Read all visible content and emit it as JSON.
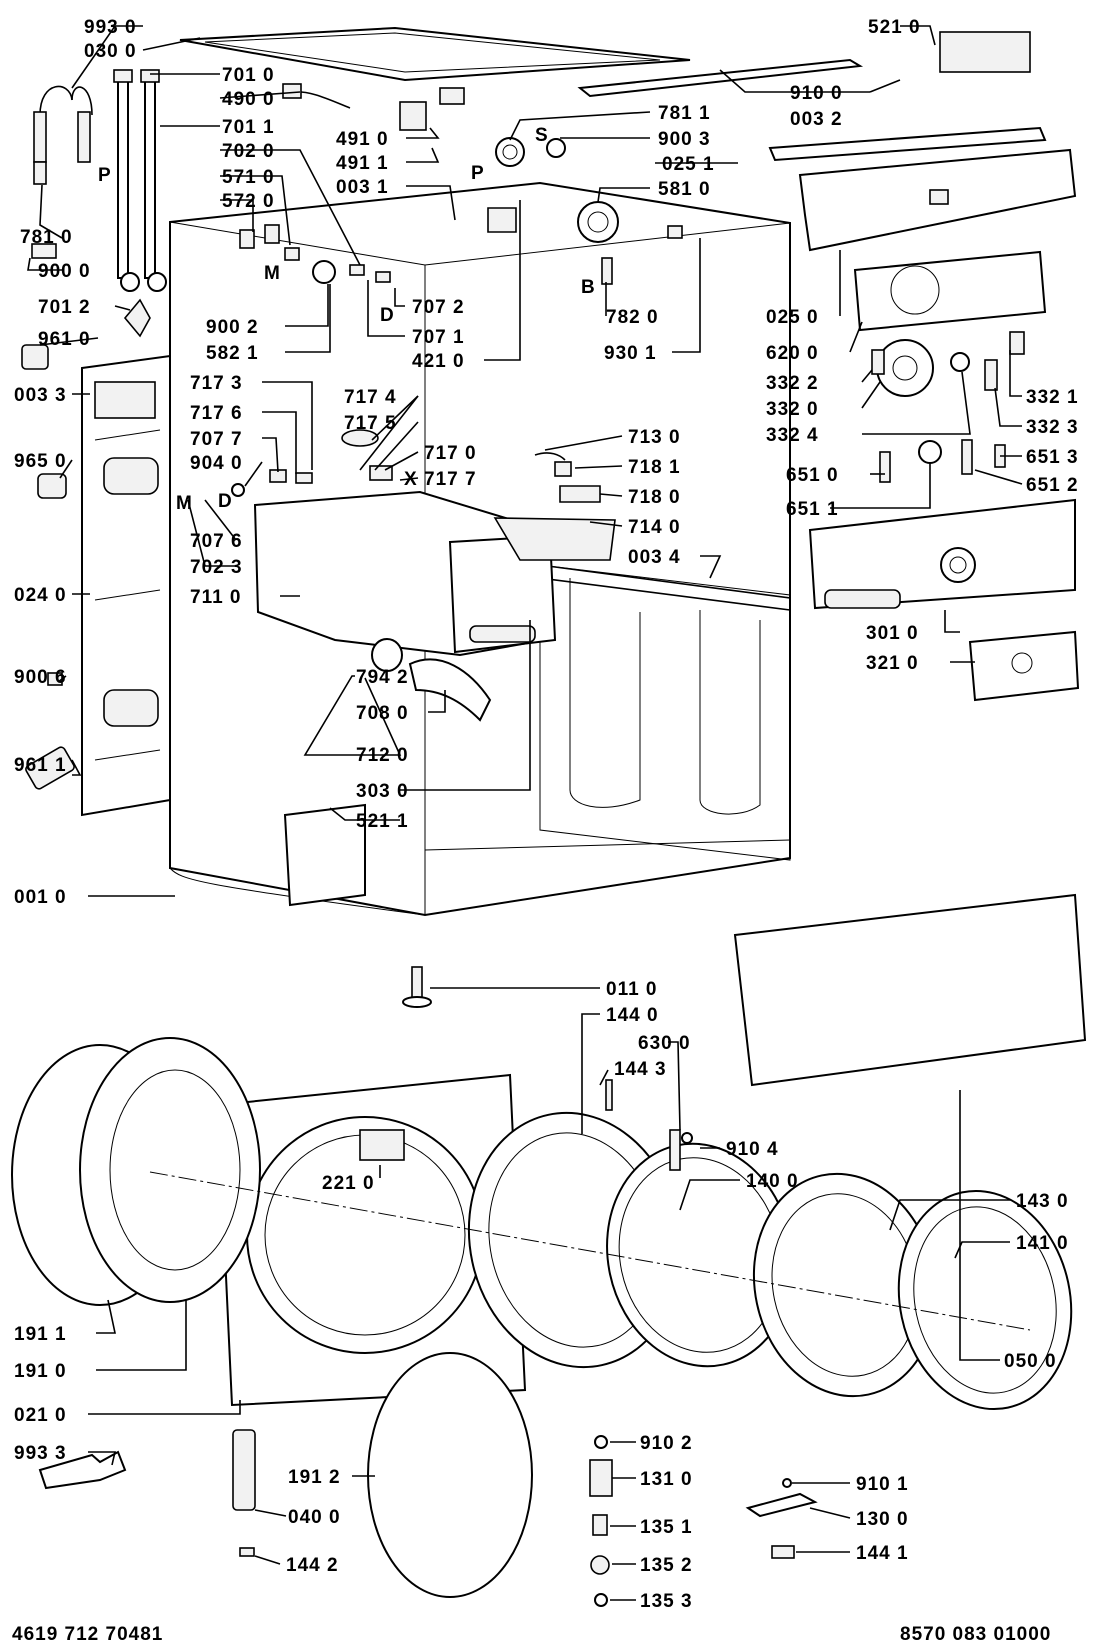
{
  "labels": {
    "l9930": "993 0",
    "l0300": "030 0",
    "l7010": "701 0",
    "l4900": "490 0",
    "l7011": "701 1",
    "l7020": "702 0",
    "l5710": "571 0",
    "l5720": "572 0",
    "l7810": "781 0",
    "l9000": "900 0",
    "l7012": "701 2",
    "l9610": "961 0",
    "l0033": "003 3",
    "l9650": "965 0",
    "l0240": "024 0",
    "l9006": "900 6",
    "l9611": "961 1",
    "l0010": "001 0",
    "lP1": "P",
    "lM1": "M",
    "lM2": "M",
    "lD1": "D",
    "lD2": "D",
    "lX": "X",
    "lP2": "P",
    "lS": "S",
    "lB": "B",
    "l4910": "491 0",
    "l4911": "491 1",
    "l0031": "003 1",
    "l7811": "781 1",
    "l9003": "900 3",
    "l0251": "025 1",
    "l5810": "581 0",
    "l5210": "521 0",
    "l9100": "910 0",
    "l0032": "003 2",
    "l7072": "707 2",
    "l7071": "707 1",
    "l4210": "421 0",
    "l7820": "782 0",
    "l9301": "930 1",
    "l9002": "900 2",
    "l5821": "582 1",
    "l0250": "025 0",
    "l6200": "620 0",
    "l3322": "332 2",
    "l3320": "332 0",
    "l3324": "332 4",
    "l3321": "332 1",
    "l3323": "332 3",
    "l6510": "651 0",
    "l6513": "651 3",
    "l6512": "651 2",
    "l6511": "651 1",
    "l7173": "717 3",
    "l7176": "717 6",
    "l7077": "707 7",
    "l9040": "904 0",
    "l7174": "717 4",
    "l7175": "717 5",
    "l7170": "717 0",
    "l7177": "717 7",
    "l7130": "713 0",
    "l7181": "718 1",
    "l7180": "718 0",
    "l7140": "714 0",
    "l0034": "003 4",
    "l7076": "707 6",
    "l7023": "702 3",
    "l7110": "711 0",
    "l7942": "794 2",
    "l7080": "708 0",
    "l7120": "712 0",
    "l3030": "303 0",
    "l5211": "521 1",
    "l3010": "301 0",
    "l3210": "321 0",
    "l0110": "011 0",
    "l1440": "144 0",
    "l6300": "630 0",
    "l1443": "144 3",
    "l9104": "910 4",
    "l1400": "140 0",
    "l1430": "143 0",
    "l1410": "141 0",
    "l0500": "050 0",
    "l2210": "221 0",
    "l1911": "191 1",
    "l1910": "191 0",
    "l0210": "021 0",
    "l9933": "993 3",
    "l1912": "191 2",
    "l0400": "040 0",
    "l1442": "144 2",
    "l9102": "910 2",
    "l1310": "131 0",
    "l1351": "135 1",
    "l1352": "135 2",
    "l1353": "135 3",
    "l9101": "910 1",
    "l1300": "130 0",
    "l1441": "144 1"
  },
  "footer": {
    "left_code": "4619 712 70481",
    "right_code": "8570 083 01000"
  }
}
